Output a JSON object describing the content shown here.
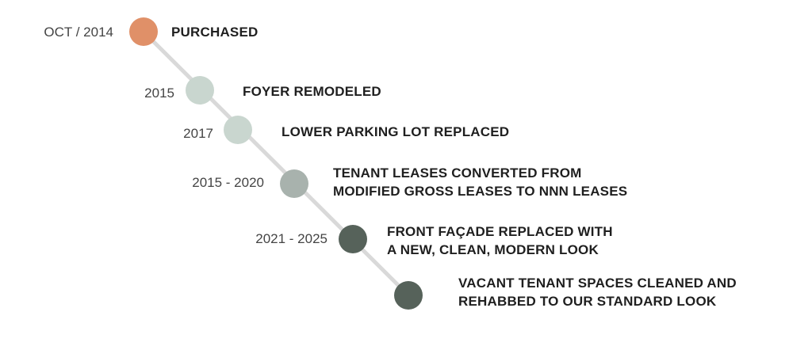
{
  "colors": {
    "connector": "#d9d9d9",
    "milestone": [
      "#e09068",
      "#c9d6cf",
      "#c9d6cf",
      "#a8b2ad",
      "#56625a",
      "#56625a"
    ]
  },
  "milestones": [
    {
      "date": "OCT / 2014",
      "lines": [
        "PURCHASED"
      ]
    },
    {
      "date": "2015",
      "lines": [
        "FOYER REMODELED"
      ]
    },
    {
      "date": "2017",
      "lines": [
        "LOWER PARKING LOT REPLACED"
      ]
    },
    {
      "date": "2015 - 2020",
      "lines": [
        "TENANT LEASES CONVERTED FROM",
        "MODIFIED GROSS LEASES TO NNN LEASES"
      ]
    },
    {
      "date": "2021 - 2025",
      "lines": [
        "FRONT FAÇADE REPLACED WITH",
        "A NEW, CLEAN, MODERN LOOK"
      ]
    },
    {
      "date": "",
      "lines": [
        "VACANT TENANT SPACES CLEANED AND",
        "REHABBED TO OUR STANDARD LOOK"
      ]
    }
  ]
}
